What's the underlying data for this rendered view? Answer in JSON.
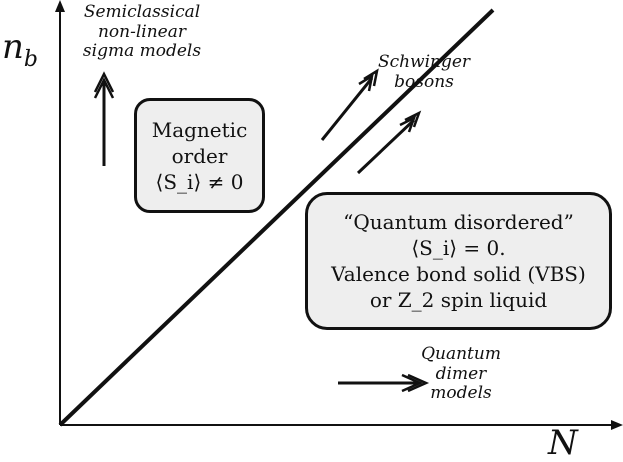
{
  "axes": {
    "y_label": "n",
    "y_sub": "b",
    "x_label": "N"
  },
  "labels": {
    "semiclassical": [
      "Semiclassical",
      "non-linear",
      "sigma models"
    ],
    "schwinger": [
      "Schwinger",
      "bosons"
    ],
    "quantum_dimer": [
      "Quantum",
      "dimer",
      "models"
    ]
  },
  "boxes": {
    "magnetic": [
      "Magnetic",
      "order",
      "⟨S_i⟩ ≠ 0"
    ],
    "quantum_disordered": [
      "“Quantum disordered”",
      "⟨S_i⟩ = 0.",
      "Valence bond solid (VBS)",
      "or Z_2 spin liquid"
    ]
  },
  "colors": {
    "stroke": "#111111",
    "box_fill": "#eeeeee"
  }
}
